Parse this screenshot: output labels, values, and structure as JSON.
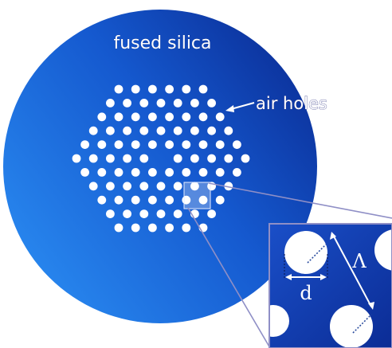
{
  "labels": {
    "material": "fused silica",
    "holes": "air holes",
    "hole_diameter": "d",
    "pitch": "Λ"
  },
  "colors": {
    "silica_light": "#2a8cf2",
    "silica_dark": "#0a2a92",
    "hole": "#ffffff",
    "zoom_frame": "#8f8fc6",
    "dimension_line": "#2a4c9e"
  },
  "lattice": {
    "type": "hexagonal",
    "rings": 5,
    "missing_center_hole": true
  }
}
